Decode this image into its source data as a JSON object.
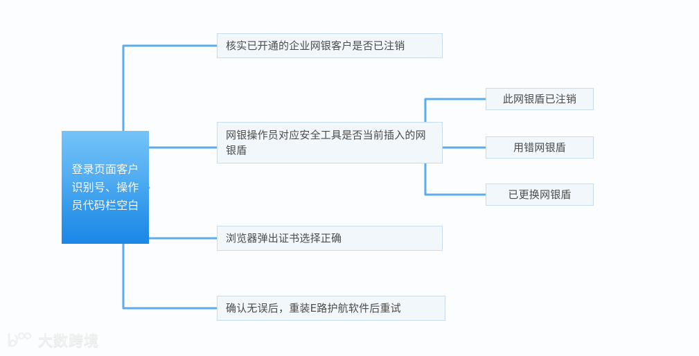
{
  "diagram": {
    "type": "mind-map",
    "background_color": "#fcfdfe",
    "connector_color": "#5aacea",
    "node_fill": "#f2f7fb",
    "node_border": "#c6dbee",
    "node_text_color": "#4b4b4b",
    "root_gradient_from": "#74c3f7",
    "root_gradient_to": "#1b87e6",
    "root": {
      "label": "登录页面客户识别号、操作员代码栏空白"
    },
    "branches": [
      {
        "id": "branch-1",
        "label": "核实已开通的企业网银客户是否已注销",
        "children": []
      },
      {
        "id": "branch-2",
        "label": "网银操作员对应安全工具是否当前插入的网银盾",
        "children": [
          {
            "id": "leaf-1",
            "label": "此网银盾已注销"
          },
          {
            "id": "leaf-2",
            "label": "用错网银盾"
          },
          {
            "id": "leaf-3",
            "label": "已更换网银盾"
          }
        ]
      },
      {
        "id": "branch-3",
        "label": "浏览器弹出证书选择正确",
        "children": []
      },
      {
        "id": "branch-4",
        "label": "确认无误后，重装E路护航软件后重试",
        "children": []
      }
    ]
  },
  "watermark": {
    "text": "大数跨境",
    "logo_icon": "k-circles-logo-icon"
  }
}
